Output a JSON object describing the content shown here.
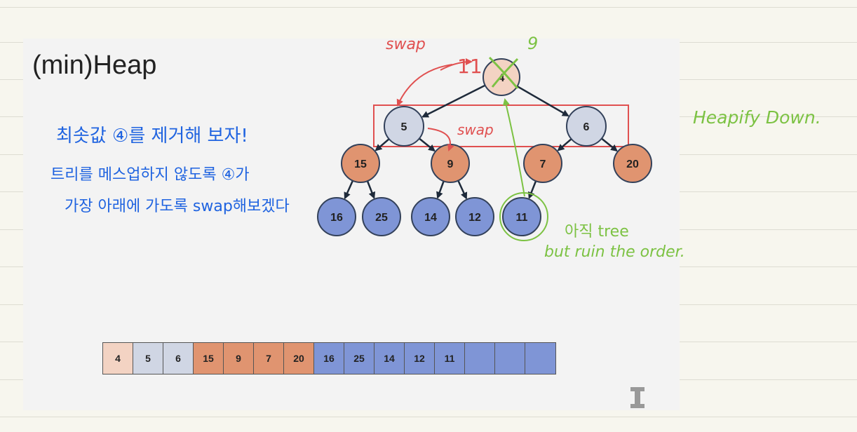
{
  "slide": {
    "title": "(min)Heap"
  },
  "heap": {
    "nodes": [
      {
        "id": "n4",
        "label": "4",
        "level": "root",
        "color": "#f3d3c3",
        "crossed": true
      },
      {
        "id": "n5",
        "label": "5",
        "level": "level1",
        "color": "#d0d6e4"
      },
      {
        "id": "n6",
        "label": "6",
        "level": "level1",
        "color": "#d0d6e4"
      },
      {
        "id": "n15",
        "label": "15",
        "level": "level2",
        "color": "#e09470"
      },
      {
        "id": "n9",
        "label": "9",
        "level": "level2",
        "color": "#e09470"
      },
      {
        "id": "n7",
        "label": "7",
        "level": "level2",
        "color": "#e09470"
      },
      {
        "id": "n20",
        "label": "20",
        "level": "level2",
        "color": "#e09470"
      },
      {
        "id": "n16",
        "label": "16",
        "level": "level3",
        "color": "#7f95d6"
      },
      {
        "id": "n25",
        "label": "25",
        "level": "level3",
        "color": "#7f95d6"
      },
      {
        "id": "n14",
        "label": "14",
        "level": "level3",
        "color": "#7f95d6"
      },
      {
        "id": "n12",
        "label": "12",
        "level": "level3",
        "color": "#7f95d6"
      },
      {
        "id": "n11",
        "label": "11",
        "level": "level3",
        "color": "#7f95d6",
        "circled": true
      }
    ],
    "edges": [
      [
        "n4",
        "n5"
      ],
      [
        "n4",
        "n6"
      ],
      [
        "n5",
        "n15"
      ],
      [
        "n5",
        "n9"
      ],
      [
        "n6",
        "n7"
      ],
      [
        "n6",
        "n20"
      ],
      [
        "n15",
        "n16"
      ],
      [
        "n15",
        "n25"
      ],
      [
        "n9",
        "n14"
      ],
      [
        "n9",
        "n12"
      ],
      [
        "n7",
        "n11"
      ]
    ]
  },
  "array": {
    "cells": [
      {
        "value": "4",
        "color": "#f3d3c3"
      },
      {
        "value": "5",
        "color": "#d0d6e4"
      },
      {
        "value": "6",
        "color": "#d0d6e4"
      },
      {
        "value": "15",
        "color": "#e09470"
      },
      {
        "value": "9",
        "color": "#e09470"
      },
      {
        "value": "7",
        "color": "#e09470"
      },
      {
        "value": "20",
        "color": "#e09470"
      },
      {
        "value": "16",
        "color": "#7f95d6"
      },
      {
        "value": "25",
        "color": "#7f95d6"
      },
      {
        "value": "14",
        "color": "#7f95d6"
      },
      {
        "value": "12",
        "color": "#7f95d6"
      },
      {
        "value": "11",
        "color": "#7f95d6"
      },
      {
        "value": "",
        "color": "#7f95d6"
      },
      {
        "value": "",
        "color": "#7f95d6"
      },
      {
        "value": "",
        "color": "#7f95d6"
      }
    ]
  },
  "annotations": {
    "blue_line1": "최솟값 ④를 제거해 보자!",
    "blue_line2": "트리를 메스업하지 않도록 ④가",
    "blue_line3": "가장 아래에 가도록 swap해보겠다",
    "red_swap_top": "swap",
    "red_swap_arrow_label": "11",
    "red_swap_mid": "swap",
    "green_root_mark": "9",
    "green_heapify": "Heapify Down.",
    "green_note_line1": "아직 tree",
    "green_note_line2": "but ruin the order."
  },
  "colors": {
    "annotation_blue": "#1f63e0",
    "annotation_red": "#e05050",
    "annotation_green": "#7cc243",
    "edge": "#1e2a3a"
  },
  "icons": {
    "cursor": "text-cursor-icon"
  }
}
